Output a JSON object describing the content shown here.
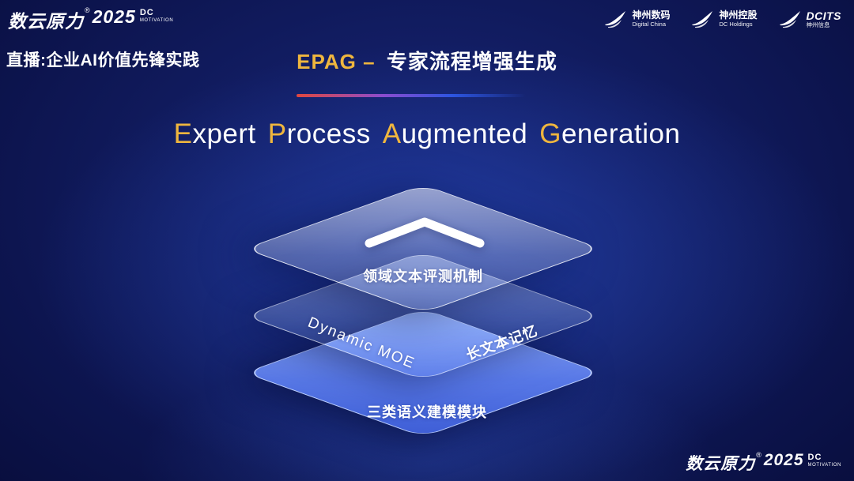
{
  "header": {
    "brand": {
      "name": "数云原力",
      "reg": "®",
      "year": "2025",
      "sub_line1": "DC",
      "sub_line2": "MOTIVATION"
    },
    "subtitle": "直播:企业AI价值先锋实践",
    "title": {
      "en": "EPAG –",
      "cn": "专家流程增强生成"
    },
    "logos": [
      {
        "name": "神州数码",
        "sub": "Digital China"
      },
      {
        "name": "神州控股",
        "sub": "DC Holdings"
      },
      {
        "name": "DCITS",
        "sub": "神州信息"
      }
    ]
  },
  "hero": {
    "words": [
      "Expert",
      "Process",
      "Augmented",
      "Generation"
    ]
  },
  "diagram": {
    "layers": [
      {
        "label": "领域文本评测机制"
      },
      {
        "left_label": "Dynamic MOE",
        "right_label": "长文本记忆"
      },
      {
        "label": "三类语义建模模块"
      }
    ]
  },
  "footer": {
    "brand": {
      "name": "数云原力",
      "reg": "®",
      "year": "2025",
      "sub_line1": "DC",
      "sub_line2": "MOTIVATION"
    }
  },
  "colors": {
    "accent_gold": "#efb63e",
    "background_navy": "#0d1550",
    "layer_blue": "#6e8bff",
    "divider_red": "#e0473f",
    "divider_blue": "#2c55e0"
  }
}
